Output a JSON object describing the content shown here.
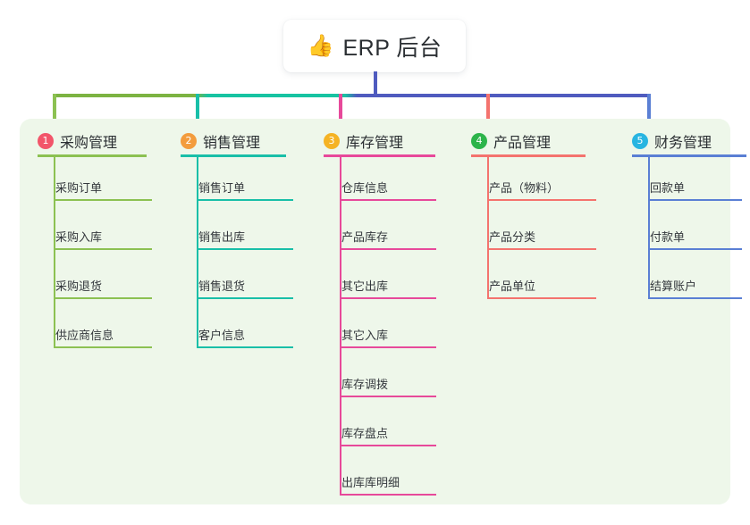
{
  "root": {
    "icon": "thumbs-up-icon",
    "icon_glyph": "👍",
    "label": "ERP 后台"
  },
  "panel": {
    "background": "#eef7ea"
  },
  "connector": {
    "stem_color": "#4f5bbf",
    "bar_gradient": [
      "#7cb342",
      "#17c3a2",
      "#4f5bbf"
    ]
  },
  "columns": [
    {
      "number": "1",
      "badge_color": "#f2556a",
      "accent": "#8cc152",
      "title": "采购管理",
      "items": [
        "采购订单",
        "采购入库",
        "采购退货",
        "供应商信息"
      ]
    },
    {
      "number": "2",
      "badge_color": "#f39c3d",
      "accent": "#19bfa8",
      "title": "销售管理",
      "items": [
        "销售订单",
        "销售出库",
        "销售退货",
        "客户信息"
      ]
    },
    {
      "number": "3",
      "badge_color": "#f5b324",
      "accent": "#e7499a",
      "title": "库存管理",
      "items": [
        "仓库信息",
        "产品库存",
        "其它出库",
        "其它入库",
        "库存调拨",
        "库存盘点",
        "出库库明细"
      ]
    },
    {
      "number": "4",
      "badge_color": "#2cb44a",
      "accent": "#f4736e",
      "title": "产品管理",
      "items": [
        "产品（物料）",
        "产品分类",
        "产品单位"
      ]
    },
    {
      "number": "5",
      "badge_color": "#28b5e1",
      "accent": "#5a7fd4",
      "title": "财务管理",
      "items": [
        "回款单",
        "付款单",
        "结算账户"
      ]
    }
  ]
}
